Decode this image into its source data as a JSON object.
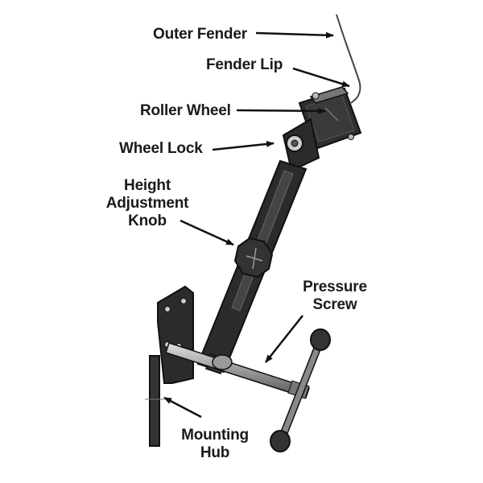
{
  "labels": {
    "outer_fender": "Outer Fender",
    "fender_lip": "Fender Lip",
    "roller_wheel": "Roller Wheel",
    "wheel_lock": "Wheel Lock",
    "height_adjustment_knob": [
      "Height",
      "Adjustment",
      "Knob"
    ],
    "pressure_screw": [
      "Pressure",
      "Screw"
    ],
    "mounting_hub": [
      "Mounting",
      "Hub"
    ]
  },
  "colors": {
    "metal_dark": "#2b2b2b",
    "metal_mid": "#555555",
    "metal_light": "#9a9a9a",
    "outline": "#111111",
    "text": "#1a1a1a"
  }
}
